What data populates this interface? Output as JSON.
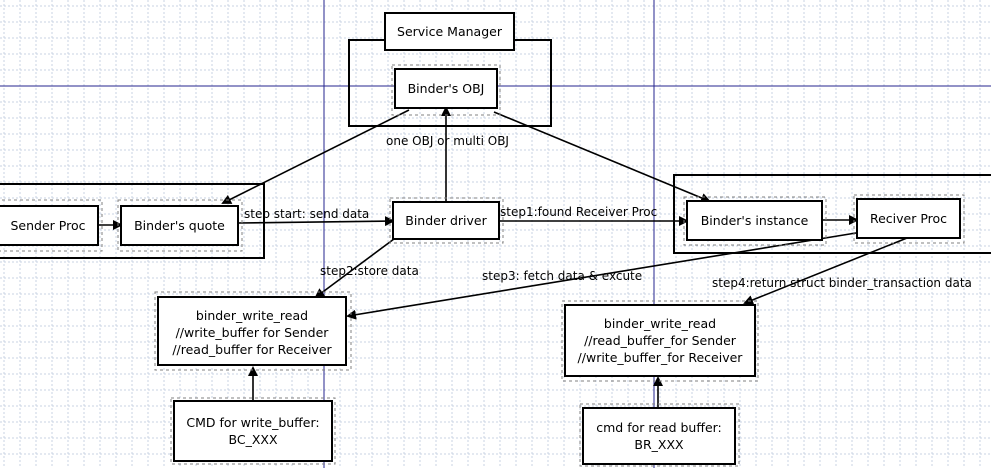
{
  "nodes": {
    "service_manager": "Service Manager",
    "binders_obj": "Binder's OBJ",
    "sender_proc": "Sender Proc",
    "binders_quote": "Binder's quote",
    "binder_driver": "Binder driver",
    "binders_instance": "Binder's instance",
    "reciver_proc": "Reciver Proc",
    "write_read_left": [
      "binder_write_read",
      "//write_buffer for Sender",
      "//read_buffer for Receiver"
    ],
    "write_read_right": [
      "binder_write_read",
      "//read_buffer_for Sender",
      "//write_buffer_for Receiver"
    ],
    "cmd_write": [
      "CMD for write_buffer:",
      "BC_XXX"
    ],
    "cmd_read": [
      "cmd for read buffer:",
      "BR_XXX"
    ]
  },
  "edges": {
    "one_obj": "one OBJ or multi OBJ",
    "step_start": "step start: send data",
    "step1": "step1:found Receiver Proc",
    "step2": "step2:store data",
    "step3": "step3: fetch data & excute",
    "step4": "step4:return struct binder_transaction data"
  }
}
